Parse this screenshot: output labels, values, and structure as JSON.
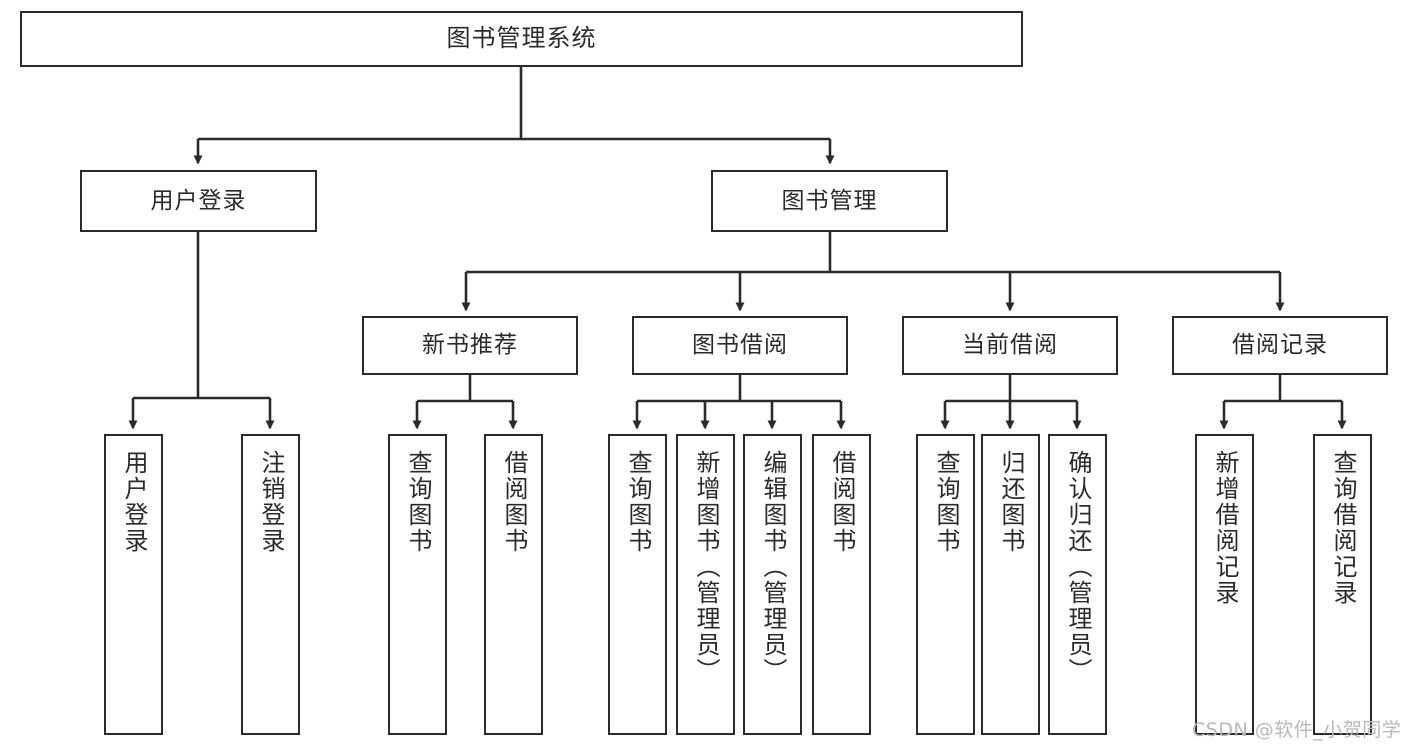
{
  "diagram": {
    "title": "图书管理系统",
    "type": "hierarchy-tree",
    "colors": {
      "border": "#2b2b2b",
      "background": "#ffffff",
      "text": "#2b2b2b",
      "watermark": "#b9b9b9"
    },
    "watermark": "CSDN @软件_小贺同学",
    "nodes": {
      "root": {
        "label": "图书管理系统"
      },
      "level2": [
        {
          "label": "用户登录"
        },
        {
          "label": "图书管理"
        }
      ],
      "level3": [
        {
          "label": "新书推荐"
        },
        {
          "label": "图书借阅"
        },
        {
          "label": "当前借阅"
        },
        {
          "label": "借阅记录"
        }
      ],
      "leaves": {
        "user_login": [
          {
            "label": "用户登录"
          },
          {
            "label": "注销登录"
          }
        ],
        "new_book_recommend": [
          {
            "label": "查询图书"
          },
          {
            "label": "借阅图书"
          }
        ],
        "book_borrow": [
          {
            "label": "查询图书"
          },
          {
            "label": "新增图书（管理员）"
          },
          {
            "label": "编辑图书（管理员）"
          },
          {
            "label": "借阅图书"
          }
        ],
        "current_borrow": [
          {
            "label": "查询图书"
          },
          {
            "label": "归还图书"
          },
          {
            "label": "确认归还（管理员）"
          }
        ],
        "borrow_record": [
          {
            "label": "新增借阅记录"
          },
          {
            "label": "查询借阅记录"
          }
        ]
      }
    }
  }
}
